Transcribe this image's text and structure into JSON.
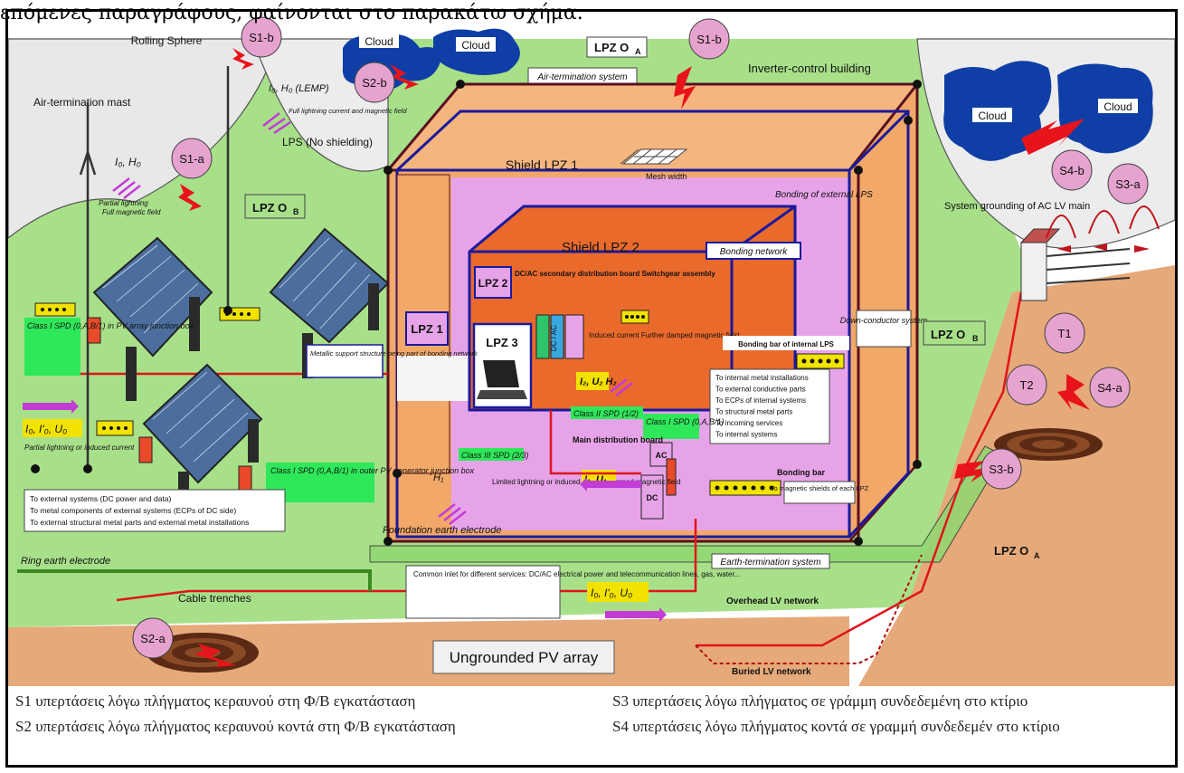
{
  "top_caption": "επόμενες παραγράφους, φαίνονται στο παρακάτω σχήμα.",
  "diagram": {
    "rolling_sphere": "Rolling Sphere",
    "air_termination_mast": "Air-termination mast",
    "air_termination_system": "Air-termination system",
    "inverter_building": "Inverter-control building",
    "cloud": "Cloud",
    "s1b": "S1-b",
    "s2b": "S2-b",
    "s1a": "S1-a",
    "s2a": "S2-a",
    "s3a": "S3-a",
    "s3b": "S3-b",
    "s4a": "S4-a",
    "s4b": "S4-b",
    "t1": "T1",
    "t2": "T2",
    "lpz0a": "LPZ O",
    "lpz0b": "LPZ O",
    "sub_a": "A",
    "sub_b": "B",
    "lpz1": "LPZ 1",
    "lpz2": "LPZ 2",
    "lpz3": "LPZ 3",
    "lemp": "I₀, H₀ (LEMP)",
    "lemp_note": "Full lightning current and magnetic field",
    "lps_no_shield": "LPS (No shielding)",
    "i0h0": "I₀, H₀",
    "partial_lightning": "Partial lightning",
    "full_magnetic": "Full magnetic field",
    "shield_lpz1": "Shield LPZ 1",
    "shield_lpz2": "Shield LPZ 2",
    "mesh_width": "Mesh width",
    "bonding_external": "Bonding of external LPS",
    "system_grounding": "System grounding of AC LV main",
    "bonding_network": "Bonding network",
    "dcac_dist": "DC/AC secondary distribution board Switchgear assembly",
    "induced_current": "Induced current Further damped magnetic field",
    "down_conductor": "Down-conductor system",
    "bonding_bar_internal": "Bonding bar of internal LPS",
    "metallic_support": "Metallic support structure being part of bonding network",
    "class1_spd_pv": "Class I SPD (0,A,B/1) in PV array junction box",
    "class2_spd": "Class II SPD (1/2)",
    "class3_spd": "Class III SPD (2/3)",
    "class1_spd_main": "Class I SPD (0,A,B/1)",
    "class1_spd_outer": "Class I SPD (0,A,B/1) in outer PV generator junction box",
    "main_dist": "Main distribution board",
    "i2u2h2": "I₂, U₂  H₂",
    "i1u1": "I₁, U₁",
    "h1": "H₁",
    "limited_lightning": "Limited lightning or induced current Damped magnetic field",
    "partial_induced": "Partial lightning or induced current",
    "iou": "I₀, I'₀, U₀",
    "iou2": "I₀, I'₀, U₀",
    "ext_list": [
      "To internal metal installations",
      "To external conductive parts",
      "To ECPs of internal systems",
      "To structural metal parts",
      "To incoming services",
      "To internal systems"
    ],
    "bonding_bar": "Bonding bar",
    "magnetic_shields": "To magnetic shields of each LPZ",
    "ext_systems": [
      "To external systems (DC power and data)",
      "To metal components of external systems (ECPs of DC side)",
      "To external structural metal parts and external metal installations"
    ],
    "foundation_earth": "Foundation earth electrode",
    "earth_termination": "Earth-termination system",
    "ring_earth": "Ring earth electrode",
    "cable_trenches": "Cable trenches",
    "common_inlet": "Common inlet for different services: DC/AC electrical power and telecommunication lines, gas, water...",
    "overhead_lv": "Overhead LV network",
    "buried_lv": "Buried LV network",
    "ungrounded_pv": "Ungrounded PV array",
    "ac": "AC",
    "dc": "DC",
    "dcac": "DC / AC"
  },
  "legend": {
    "s1": "S1 υπερτάσεις λόγω πλήγματος κεραυνού στη Φ/Β εγκατάσταση",
    "s2": "S2 υπερτάσεις λόγω πλήγματος κεραυνού κοντά στη Φ/Β εγκατάσταση",
    "s3": "S3 υπερτάσεις λόγω πλήγματος σε γράμμη συνδεδεμένη στο κτίριο",
    "s4": "S4 υπερτάσεις λόγω πλήγματος κοντά σε γραμμή συνδεδεμέν στο κτίριο"
  },
  "colors": {
    "ground_green": "#a8e08a",
    "ground_brown": "#e6a97a",
    "building_orange": "#f2a868",
    "pink_zone": "#e7a3e8",
    "lpz2_orange": "#ea6a2c",
    "cloud_blue": "#0f3fa6",
    "sphere_grey": "#e8e8e8",
    "frame_blue": "#1a1a9c",
    "roof_maroon": "#5a1020",
    "lightning_red": "#e8141c",
    "zone_bubble": "#e6a3cf"
  }
}
